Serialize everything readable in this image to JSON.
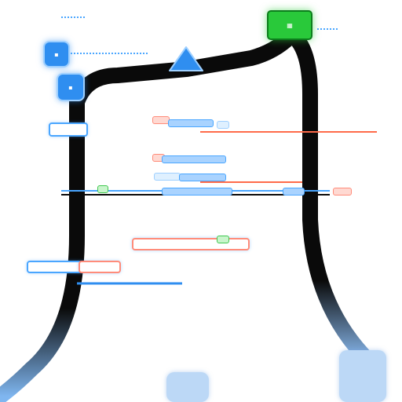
{
  "canvas": {
    "background": "#ffffff"
  },
  "colors": {
    "track": "#0a0a0a",
    "accent_blue": "#2f8ef0",
    "accent_green": "#29c93a",
    "accent_red": "#ff6b4a",
    "glow": "#9fd0ff"
  },
  "nodes": [
    {
      "id": "node-left-upper",
      "shape": "rounded-square",
      "color": "blue",
      "icon": "square-glyph-icon",
      "text": ""
    },
    {
      "id": "node-left-lower",
      "shape": "rounded-square",
      "color": "blue",
      "icon": "square-glyph-icon",
      "text": ""
    },
    {
      "id": "node-center-peak",
      "shape": "triangle",
      "color": "blue",
      "icon": "triangle-icon",
      "text": ""
    },
    {
      "id": "node-right-top",
      "shape": "rounded-rect",
      "color": "green",
      "icon": "grid-icon",
      "text": ""
    }
  ],
  "labels": [],
  "edges": [
    {
      "from": "node-left-lower",
      "to": "node-center-peak"
    },
    {
      "from": "node-center-peak",
      "to": "node-right-top"
    }
  ]
}
